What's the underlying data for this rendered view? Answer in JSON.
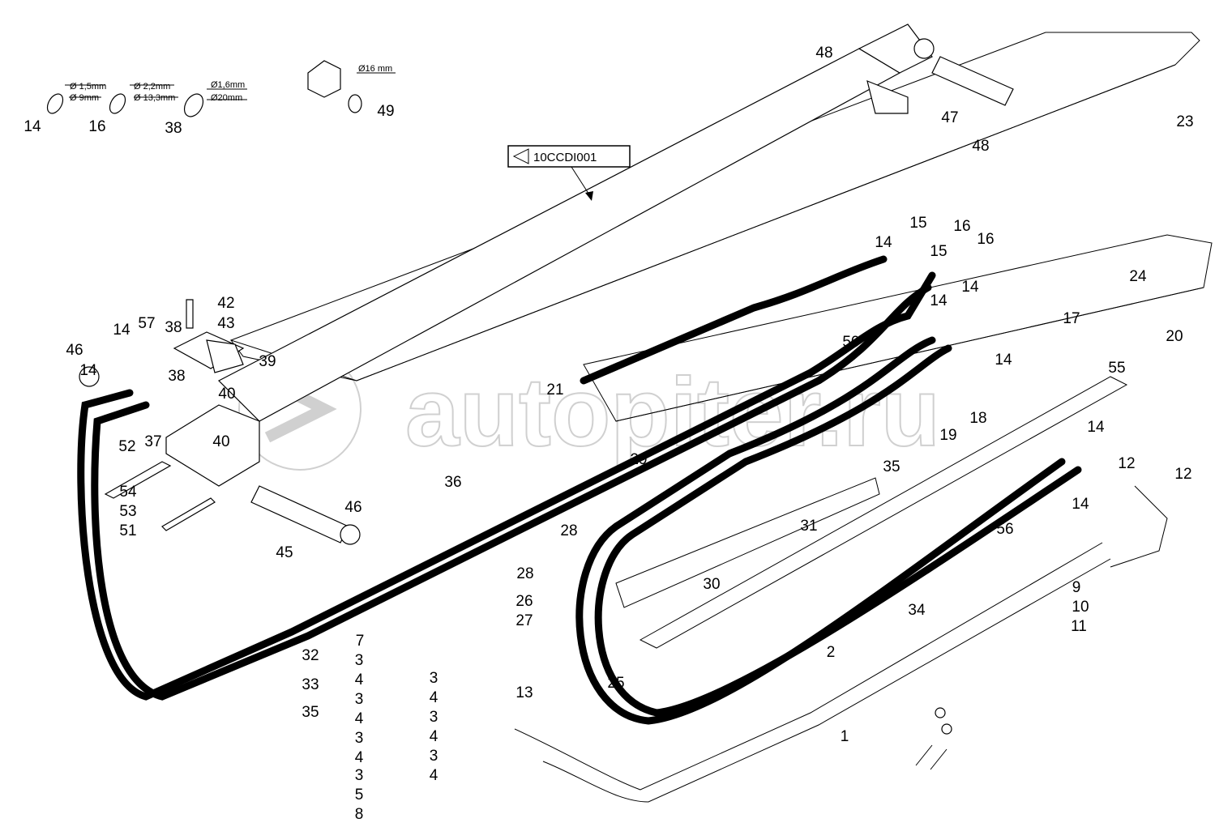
{
  "diagram": {
    "reference_box": "10CCDI001",
    "watermark": "autopiter.ru",
    "dimensions": {
      "ring14": [
        "Ø 1,5mm",
        "Ø 9mm"
      ],
      "ring16": [
        "Ø 2,2mm",
        "Ø 13,3mm"
      ],
      "ring38": [
        "Ø1,6mm",
        "Ø20mm"
      ],
      "fitting49": [
        "Ø16 mm"
      ]
    },
    "callouts": [
      "14",
      "16",
      "38",
      "49",
      "48",
      "47",
      "48",
      "23",
      "15",
      "16",
      "14",
      "15",
      "16",
      "14",
      "24",
      "17",
      "14",
      "20",
      "14",
      "50",
      "21",
      "55",
      "18",
      "19",
      "42",
      "43",
      "57",
      "38",
      "14",
      "46",
      "39",
      "14",
      "38",
      "40",
      "40",
      "37",
      "52",
      "36",
      "29",
      "35",
      "14",
      "12",
      "12",
      "14",
      "54",
      "53",
      "51",
      "46",
      "45",
      "28",
      "31",
      "56",
      "28",
      "30",
      "9",
      "10",
      "34",
      "26",
      "27",
      "11",
      "32",
      "33",
      "35",
      "2",
      "7",
      "3",
      "4",
      "3",
      "4",
      "3",
      "4",
      "3",
      "5",
      "8",
      "3",
      "4",
      "3",
      "4",
      "3",
      "4",
      "13",
      "25",
      "1"
    ]
  }
}
